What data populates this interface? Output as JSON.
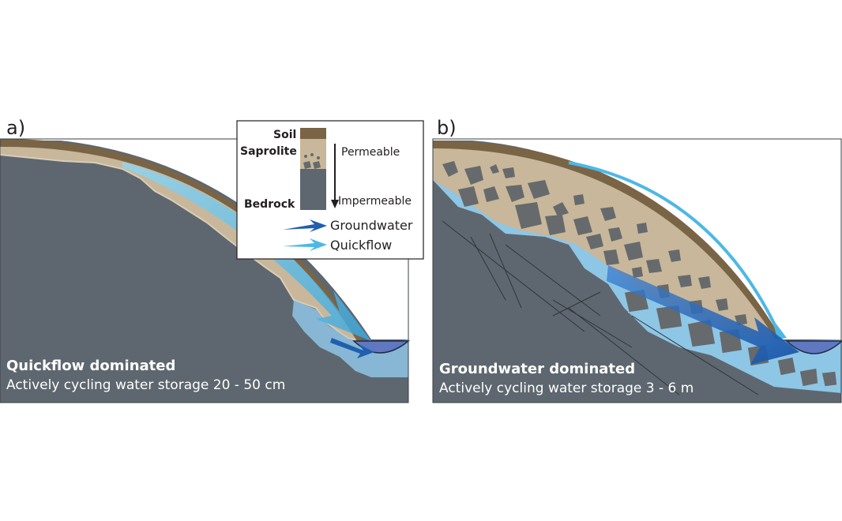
{
  "panels": [
    {
      "letter": "a)",
      "title": "Quickflow dominated",
      "storage": "Actively cycling water storage 20 - 50 cm"
    },
    {
      "letter": "b)",
      "title": "Groundwater dominated",
      "storage": "Actively cycling water storage 3 - 6 m"
    }
  ],
  "legend": {
    "layers": {
      "soil": "Soil",
      "saprolite": "Saprolite",
      "bedrock": "Bedrock"
    },
    "gradient": {
      "top": "Permeable",
      "bottom": "Impermeable"
    },
    "arrows": {
      "groundwater": "Groundwater",
      "quickflow": "Quickflow"
    }
  },
  "colors": {
    "bedrock": "#5e676f",
    "saprolite": "#c8b79a",
    "soil": "#7a6446",
    "quickflow": "#4db8e6",
    "groundwater": "#1f5fae",
    "stream": "#5f78c0"
  }
}
